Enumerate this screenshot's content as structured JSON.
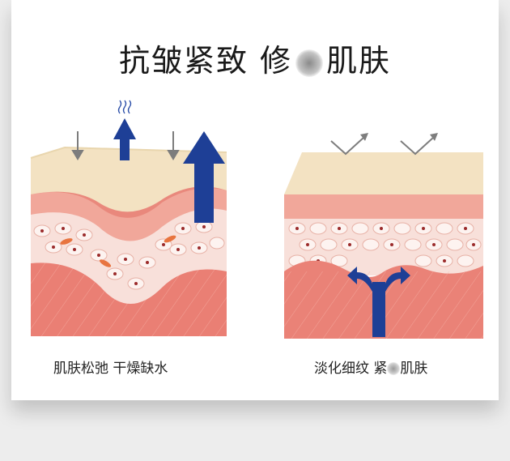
{
  "title": {
    "part1": "抗皱紧致 修",
    "part2": "肌肤"
  },
  "captions": {
    "left": "肌肤松弛 干燥缺水",
    "right_part1": "淡化细纹 紧",
    "right_part2": "肌肤"
  },
  "colors": {
    "skin_top": "#f3e2c2",
    "dermis": "#ea8c7f",
    "cells": "#f8e2dd",
    "arrow_blue": "#1e3f96"
  }
}
